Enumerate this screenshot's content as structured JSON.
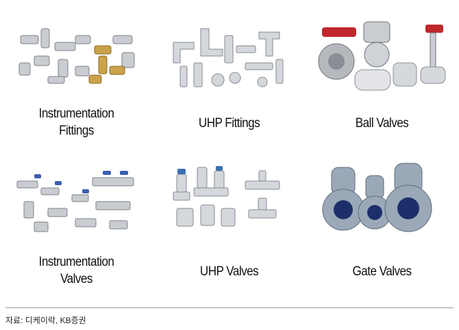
{
  "products": [
    {
      "label": "Instrumentation\nFittings",
      "icon": "instrumentation-fittings-image"
    },
    {
      "label": "UHP Fittings",
      "icon": "uhp-fittings-image"
    },
    {
      "label": "Ball Valves",
      "icon": "ball-valves-image"
    },
    {
      "label": "Instrumentation\nValves",
      "icon": "instrumentation-valves-image"
    },
    {
      "label": "UHP Valves",
      "icon": "uhp-valves-image"
    },
    {
      "label": "Gate Valves",
      "icon": "gate-valves-image"
    }
  ],
  "source": "자료: 디케이락, KB증권",
  "colors": {
    "steel": "#c9ccd0",
    "brass": "#c9a24a",
    "red": "#c0272d",
    "blue": "#3a5fb0",
    "cast": "#9aa8b8"
  }
}
